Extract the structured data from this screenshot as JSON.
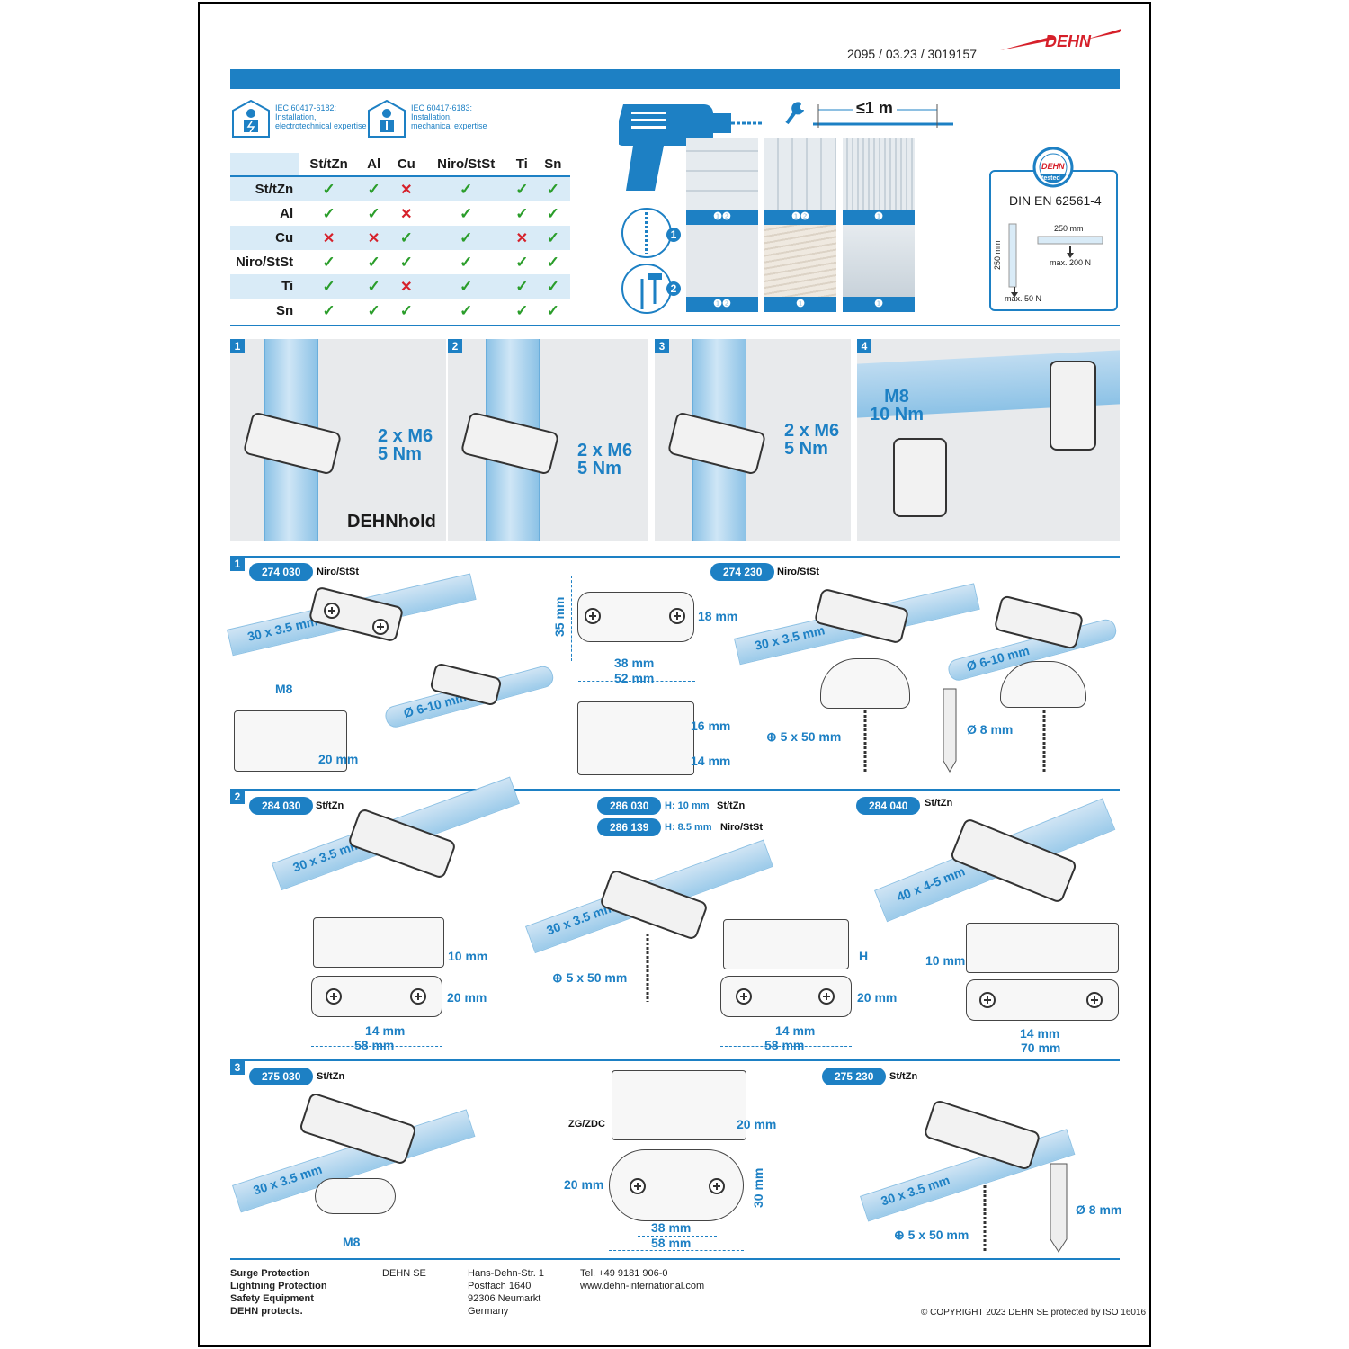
{
  "header": {
    "doc_code": "2095 / 03.23 / 3019157",
    "logo_text": "DEHN"
  },
  "certs": [
    {
      "text": "IEC 60417-6182:\nInstallation,\nelectrotechnical expertise"
    },
    {
      "text": "IEC 60417-6183:\nInstallation,\nmechanical expertise"
    }
  ],
  "compat_table": {
    "columns": [
      "St/tZn",
      "Al",
      "Cu",
      "Niro/StSt",
      "Ti",
      "Sn"
    ],
    "rows": [
      {
        "label": "St/tZn",
        "values": [
          "ok",
          "ok",
          "no",
          "ok",
          "ok",
          "ok"
        ]
      },
      {
        "label": "Al",
        "values": [
          "ok",
          "ok",
          "no",
          "ok",
          "ok",
          "ok"
        ]
      },
      {
        "label": "Cu",
        "values": [
          "no",
          "no",
          "ok",
          "ok",
          "no",
          "ok"
        ]
      },
      {
        "label": "Niro/StSt",
        "values": [
          "ok",
          "ok",
          "ok",
          "ok",
          "ok",
          "ok"
        ]
      },
      {
        "label": "Ti",
        "values": [
          "ok",
          "ok",
          "no",
          "ok",
          "ok",
          "ok"
        ]
      },
      {
        "label": "Sn",
        "values": [
          "ok",
          "ok",
          "ok",
          "ok",
          "ok",
          "ok"
        ]
      }
    ],
    "ok_symbol": "✓",
    "no_symbol": "✕"
  },
  "mounting": {
    "spacing": "≤1 m",
    "tiles": [
      {
        "label": "❶❷"
      },
      {
        "label": "❶❷"
      },
      {
        "label": "❶"
      },
      {
        "label": "❶❷"
      },
      {
        "label": "❶"
      },
      {
        "label": "❶"
      }
    ],
    "method_badges": [
      "1",
      "2"
    ]
  },
  "din": {
    "seal_top": "DEHN",
    "seal_bottom": "tested",
    "standard": "DIN EN 62561-4",
    "dim_h": "250 mm",
    "dim_v": "250 mm",
    "force_h": "max. 200 N",
    "force_v": "max. 50 N"
  },
  "steps": [
    {
      "num": "1",
      "torque": "2 x M6\n5 Nm",
      "product": "DEHNhold"
    },
    {
      "num": "2",
      "torque": "2 x M6\n5 Nm"
    },
    {
      "num": "3",
      "torque": "2 x M6\n5 Nm"
    },
    {
      "num": "4",
      "torque": "M8\n10 Nm"
    }
  ],
  "section1": {
    "num": "1",
    "left": {
      "code": "274 030",
      "material": "Niro/StSt",
      "strip": "30 x 3.5 mm",
      "thread": "M8",
      "round": "Ø 6-10 mm",
      "height": "20 mm"
    },
    "mid": {
      "h": "35 mm",
      "hole_h": "18 mm",
      "pitch": "38 mm",
      "length": "52 mm",
      "top_h": "16 mm",
      "base_h": "14 mm"
    },
    "right": {
      "code": "274 230",
      "material": "Niro/StSt",
      "strip": "30 x 3.5 mm",
      "round": "Ø 6-10 mm",
      "screw": "⊕ 5 x 50 mm",
      "plug": "Ø 8 mm"
    }
  },
  "section2": {
    "num": "2",
    "left": {
      "code": "284 030",
      "material": "St/tZn",
      "strip": "30 x 3.5 mm",
      "height": "10 mm",
      "width": "20 mm",
      "slot": "14 mm",
      "length": "58 mm"
    },
    "mid": {
      "codes": [
        {
          "code": "286 030",
          "h": "H: 10 mm",
          "material": "St/tZn"
        },
        {
          "code": "286 139",
          "h": "H: 8.5 mm",
          "material": "Niro/StSt"
        }
      ],
      "strip": "30 x 3.5 mm",
      "screw": "⊕ 5 x 50 mm",
      "hlabel": "H",
      "width": "20 mm",
      "slot": "14 mm",
      "length": "58 mm"
    },
    "right": {
      "code": "284 040",
      "material": "St/tZn",
      "strip": "40 x 4-5 mm",
      "height": "10 mm",
      "slot": "14 mm",
      "length": "70 mm"
    }
  },
  "section3": {
    "num": "3",
    "left": {
      "code": "275 030",
      "material": "St/tZn",
      "strip": "30 x 3.5 mm",
      "thread": "M8"
    },
    "mid": {
      "label": "ZG/ZDC",
      "height": "20 mm",
      "left_h": "20 mm",
      "dia": "30 mm",
      "pitch": "38 mm",
      "length": "58 mm"
    },
    "right": {
      "code": "275 230",
      "material": "St/tZn",
      "strip": "30 x 3.5 mm",
      "screw": "⊕ 5 x 50 mm",
      "plug": "Ø 8 mm"
    }
  },
  "footer": {
    "col1": [
      "Surge Protection",
      "Lightning Protection",
      "Safety Equipment",
      "DEHN protects."
    ],
    "company": "DEHN SE",
    "address": [
      "Hans-Dehn-Str. 1",
      "Postfach 1640",
      "92306 Neumarkt",
      "Germany"
    ],
    "contact": [
      "Tel. +49 9181 906-0",
      "www.dehn-international.com"
    ],
    "copyright": "© COPYRIGHT 2023  DEHN SE  protected by ISO 16016"
  },
  "colors": {
    "brand_blue": "#1d80c4",
    "logo_red": "#d6202a",
    "ok_green": "#2a9d2a"
  }
}
